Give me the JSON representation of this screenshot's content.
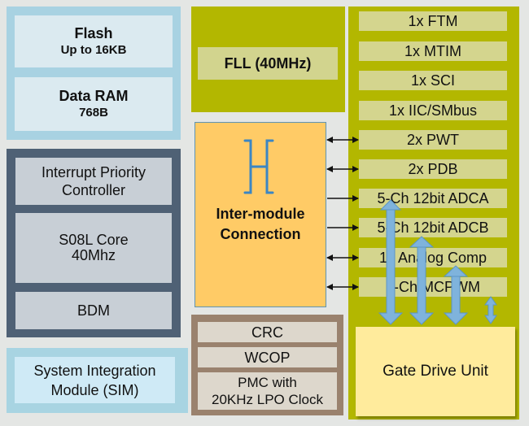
{
  "memory": {
    "flash": {
      "title": "Flash",
      "subtitle": "Up to 16KB"
    },
    "ram": {
      "title": "Data RAM",
      "subtitle": "768B"
    }
  },
  "cpu": {
    "interrupt": {
      "line1": "Interrupt Priority",
      "line2": "Controller"
    },
    "core": {
      "line1": "S08L Core",
      "line2": "40Mhz"
    },
    "bdm": "BDM"
  },
  "sim": {
    "line1": "System Integration",
    "line2": "Module (SIM)"
  },
  "fll": "FLL (40MHz)",
  "intermodule": {
    "line1": "Inter-module",
    "line2": "Connection",
    "icon": "bus-bracket-icon"
  },
  "misc": {
    "crc": "CRC",
    "wcop": "WCOP",
    "pmc": {
      "line1": "PMC with",
      "line2": "20KHz  LPO Clock"
    }
  },
  "peripherals": [
    {
      "label": "1x FTM",
      "link": "none"
    },
    {
      "label": "1x MTIM",
      "link": "none"
    },
    {
      "label": "1x SCI",
      "link": "none"
    },
    {
      "label": "1x IIC/SMbus",
      "link": "none"
    },
    {
      "label": "2x PWT",
      "link": "bidirectional"
    },
    {
      "label": "2x PDB",
      "link": "bidirectional"
    },
    {
      "label": "5-Ch 12bit ADCA",
      "link": "to-peripheral"
    },
    {
      "label": "5-Ch 12bit ADCB",
      "link": "to-peripheral"
    },
    {
      "label": "1x Analog Comp",
      "link": "bidirectional"
    },
    {
      "label": "6-Ch MCPWM",
      "link": "bidirectional"
    }
  ],
  "gate_drive": "Gate Drive Unit",
  "colors": {
    "background": "#e4e6e4",
    "memory": "#a8d2e2",
    "cpu": "#4f6175",
    "peripheral_bus": "#b3b700",
    "intermodule": "#ffcb66",
    "misc": "#9a826e",
    "gate_drive": "#ffeb9c",
    "signal_arrow": "#7fb3dc"
  }
}
